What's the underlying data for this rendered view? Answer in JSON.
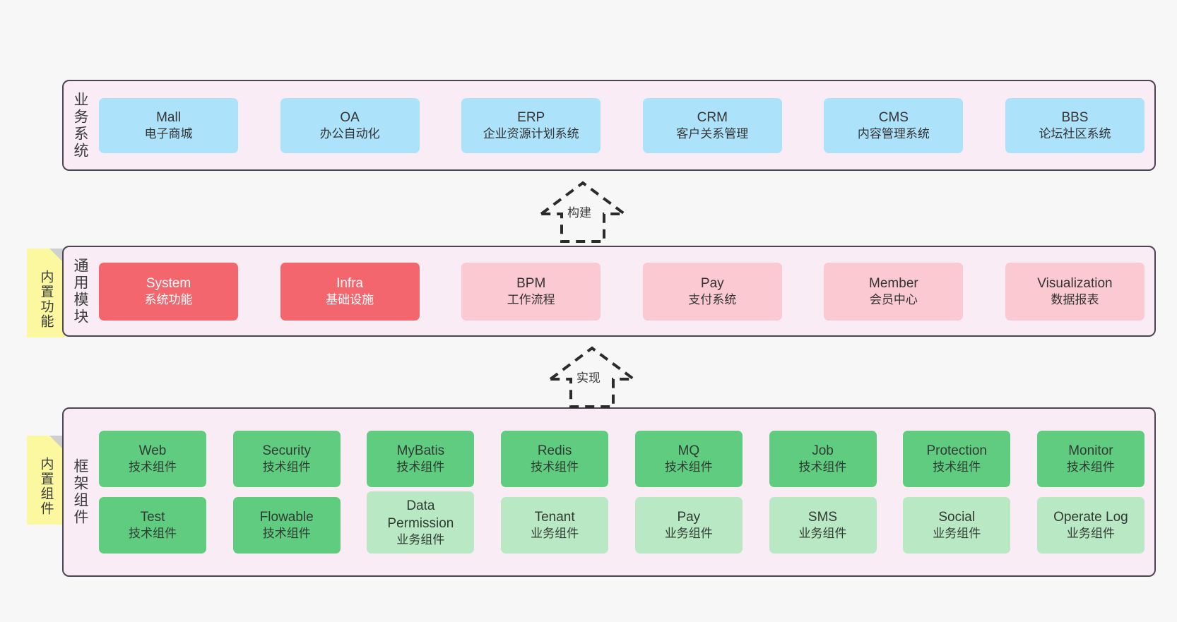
{
  "diagram": {
    "background_color": "#f7f7f7",
    "layer_fill": "#f9ecf4",
    "layer_border": "#4a4453"
  },
  "layers": [
    {
      "key": "business",
      "title": "业务系统",
      "card_color": "#ace3fb",
      "cards": [
        {
          "name": "Mall",
          "desc": "电子商城"
        },
        {
          "name": "OA",
          "desc": "办公自动化"
        },
        {
          "name": "ERP",
          "desc": "企业资源计划系统"
        },
        {
          "name": "CRM",
          "desc": "客户关系管理"
        },
        {
          "name": "CMS",
          "desc": "内容管理系统"
        },
        {
          "name": "BBS",
          "desc": "论坛社区系统"
        }
      ]
    },
    {
      "key": "modules",
      "title": "通用模块",
      "note": "内置功能",
      "card_color_primary": "#f4666e",
      "card_color_secondary": "#fbc9d2",
      "cards": [
        {
          "name": "System",
          "desc": "系统功能",
          "style": "primary"
        },
        {
          "name": "Infra",
          "desc": "基础设施",
          "style": "primary"
        },
        {
          "name": "BPM",
          "desc": "工作流程",
          "style": "secondary"
        },
        {
          "name": "Pay",
          "desc": "支付系统",
          "style": "secondary"
        },
        {
          "name": "Member",
          "desc": "会员中心",
          "style": "secondary"
        },
        {
          "name": "Visualization",
          "desc": "数据报表",
          "style": "secondary"
        }
      ]
    },
    {
      "key": "framework",
      "title": "框架组件",
      "note": "内置组件",
      "card_color_primary": "#5fcc7f",
      "card_color_secondary": "#b9e8c4",
      "rows": [
        [
          {
            "name": "Web",
            "desc": "技术组件",
            "style": "primary"
          },
          {
            "name": "Security",
            "desc": "技术组件",
            "style": "primary"
          },
          {
            "name": "MyBatis",
            "desc": "技术组件",
            "style": "primary"
          },
          {
            "name": "Redis",
            "desc": "技术组件",
            "style": "primary"
          },
          {
            "name": "MQ",
            "desc": "技术组件",
            "style": "primary"
          },
          {
            "name": "Job",
            "desc": "技术组件",
            "style": "primary"
          },
          {
            "name": "Protection",
            "desc": "技术组件",
            "style": "primary"
          },
          {
            "name": "Monitor",
            "desc": "技术组件",
            "style": "primary"
          }
        ],
        [
          {
            "name": "Test",
            "desc": "技术组件",
            "style": "primary"
          },
          {
            "name": "Flowable",
            "desc": "技术组件",
            "style": "primary"
          },
          {
            "name": "Data Permission",
            "desc": "业务组件",
            "style": "secondary",
            "tall": true
          },
          {
            "name": "Tenant",
            "desc": "业务组件",
            "style": "secondary"
          },
          {
            "name": "Pay",
            "desc": "业务组件",
            "style": "secondary"
          },
          {
            "name": "SMS",
            "desc": "业务组件",
            "style": "secondary"
          },
          {
            "name": "Social",
            "desc": "业务组件",
            "style": "secondary"
          },
          {
            "name": "Operate Log",
            "desc": "业务组件",
            "style": "secondary"
          }
        ]
      ]
    }
  ],
  "arrows": [
    {
      "key": "build",
      "label": "构建",
      "direction": "up",
      "style": "dashed-hollow"
    },
    {
      "key": "implement",
      "label": "实现",
      "direction": "up",
      "style": "dashed-hollow"
    }
  ]
}
